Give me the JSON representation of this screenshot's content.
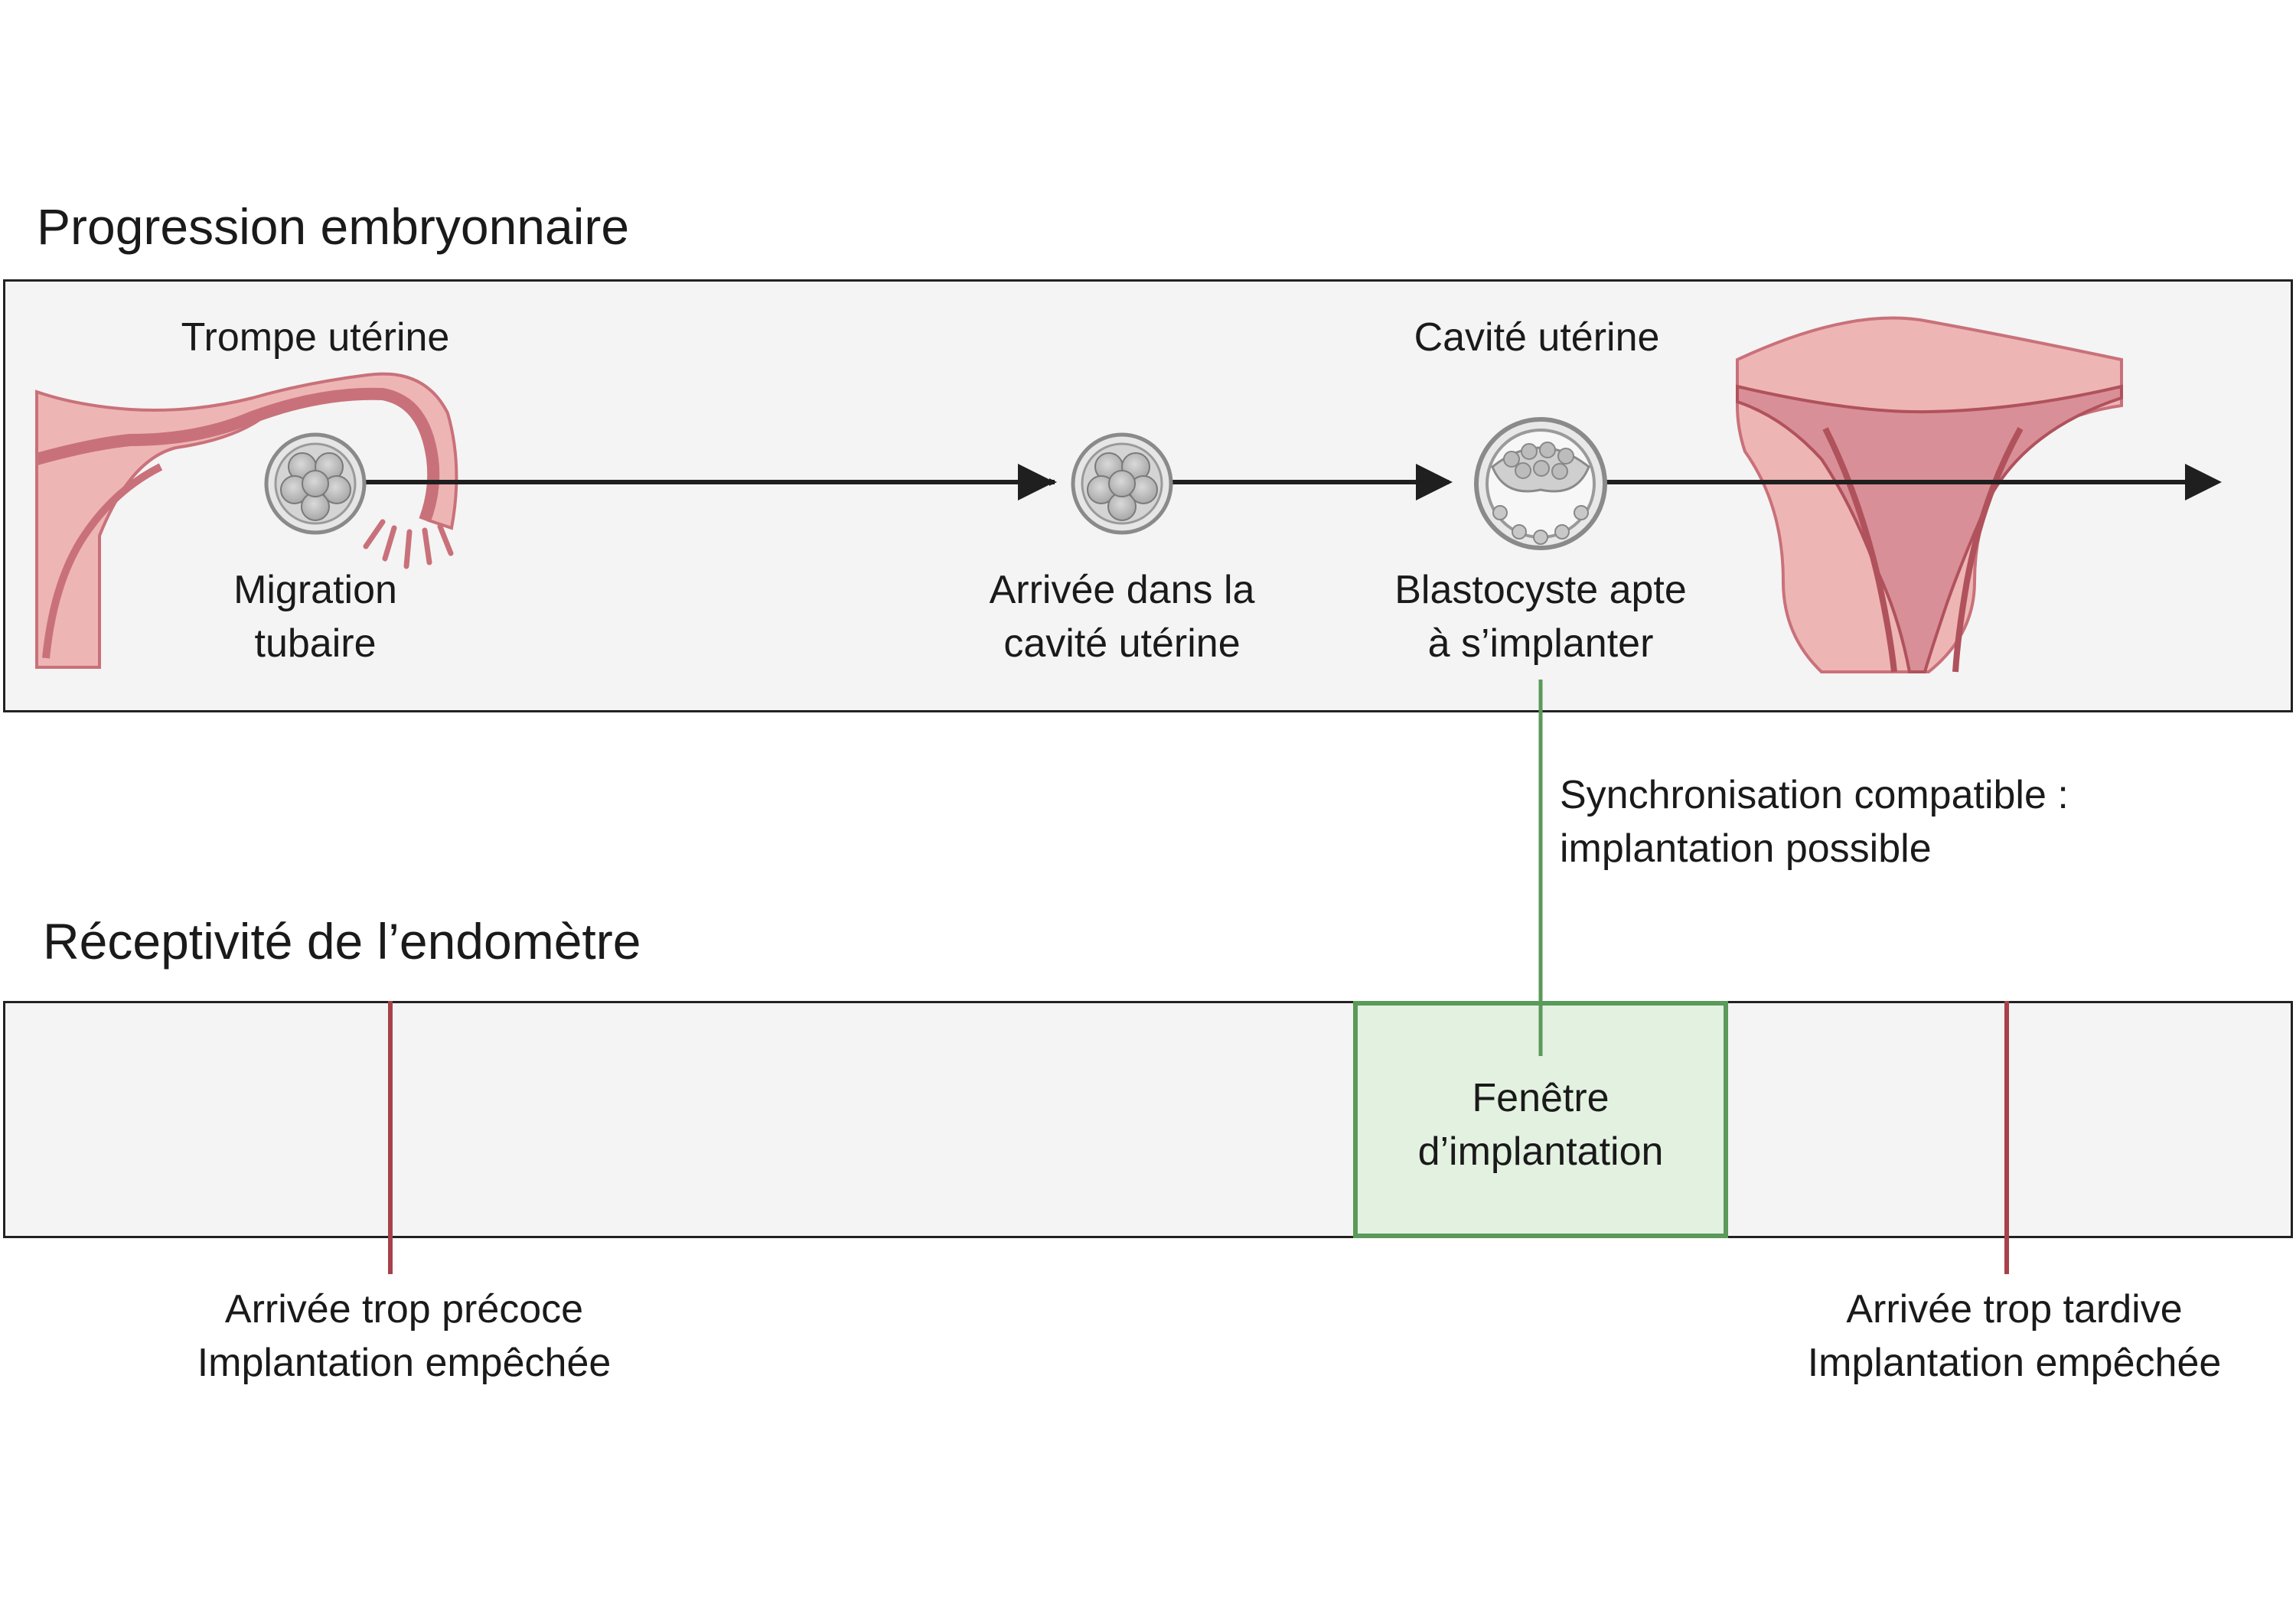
{
  "embryo_section": {
    "title": "Progression embryonnaire",
    "tube_label": "Trompe utérine",
    "cavity_label": "Cavité utérine",
    "stages": [
      {
        "line1": "Migration",
        "line2": "tubaire"
      },
      {
        "line1": "Arrivée dans la",
        "line2": "cavité utérine"
      },
      {
        "line1": "Blastocyste apte",
        "line2": "à s’implanter"
      }
    ]
  },
  "sync_note": {
    "line1": "Synchronisation compatible :",
    "line2": "implantation possible"
  },
  "endometrium_section": {
    "title": "Réceptivité de l’endomètre",
    "window": {
      "line1": "Fenêtre",
      "line2": "d’implantation"
    },
    "early": {
      "line1": "Arrivée trop précoce",
      "line2": "Implantation empêchée"
    },
    "late": {
      "line1": "Arrivée trop tardive",
      "line2": "Implantation empêchée"
    }
  },
  "colors": {
    "tissue_pink": "#eeb5b5",
    "tissue_dark": "#c9717a",
    "window_green": "#5a9a5a",
    "marker_red": "#a8414b",
    "arrow": "#1f1f1f"
  }
}
